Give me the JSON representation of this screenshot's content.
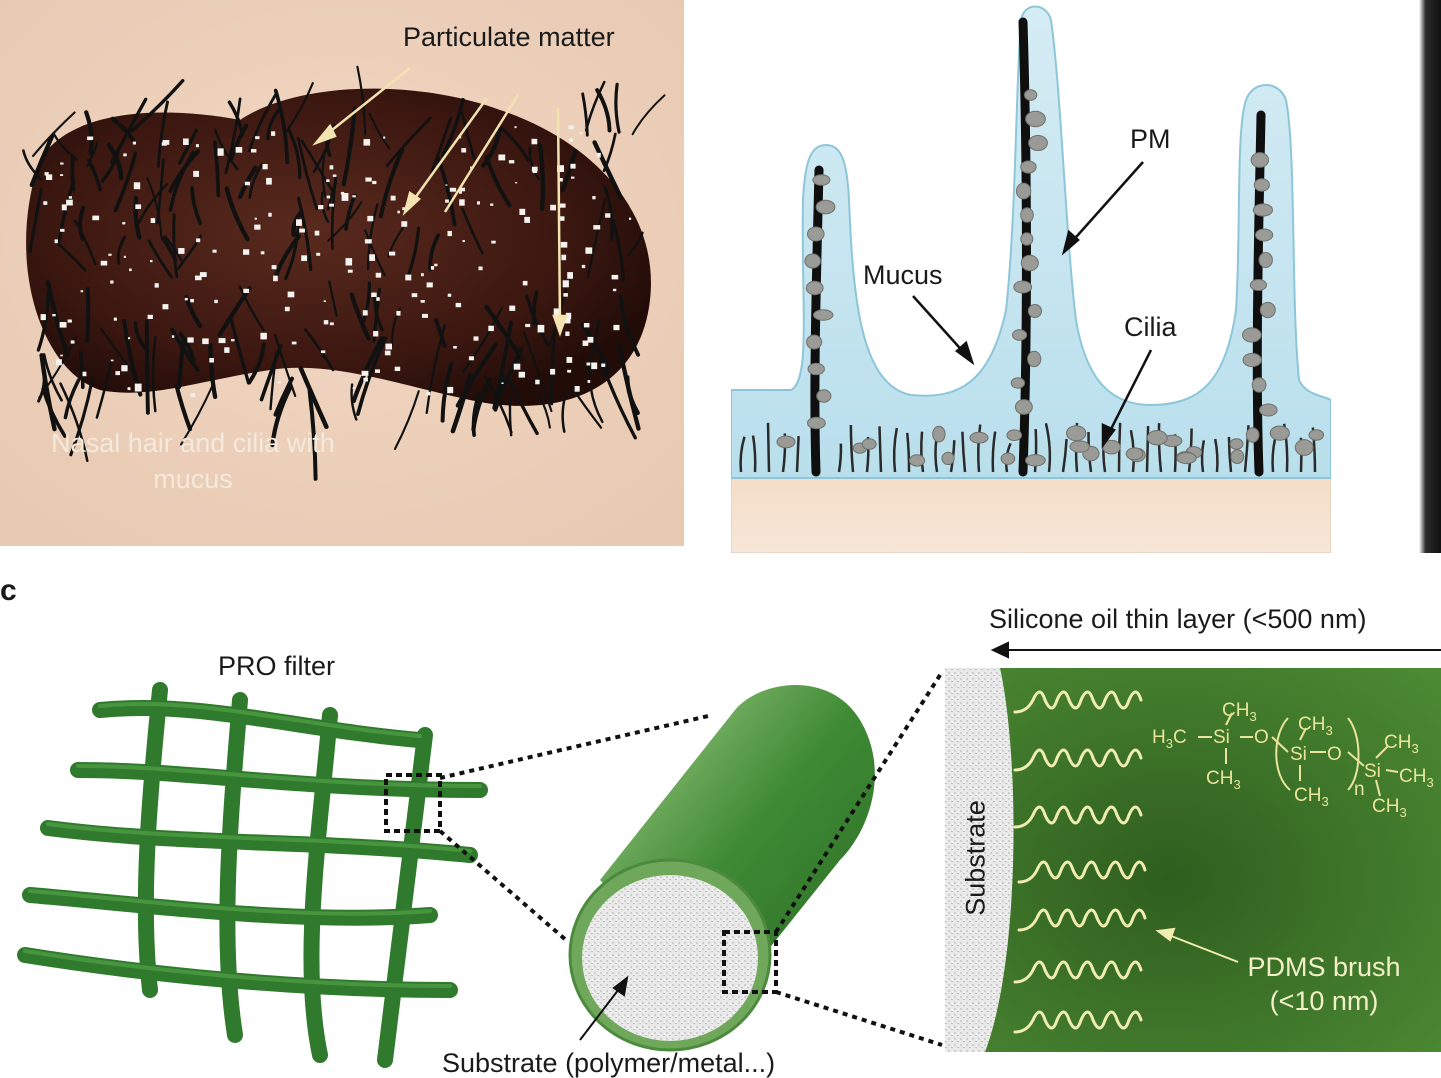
{
  "panel_a": {
    "label_particulate": "Particulate matter",
    "label_nasal_line1": "Nasal hair and cilia with",
    "label_nasal_line2": "mucus"
  },
  "panel_b": {
    "label_pm": "PM",
    "label_mucus": "Mucus",
    "label_cilia": "Cilia"
  },
  "panel_c": {
    "panel_letter": "c",
    "label_pro_filter": "PRO filter",
    "label_silicone_oil": "Silicone oil thin layer (<500 nm)",
    "label_substrate_vertical": "Substrate",
    "label_pdms_line1": "PDMS brush",
    "label_pdms_line2": "(<10 nm)",
    "label_substrate_bottom": "Substrate (polymer/metal...)",
    "chem": {
      "h3c": "H",
      "h3c_sub": "3",
      "h3c_c": "C",
      "si": "Si",
      "o": "O",
      "ch3": "CH",
      "sub3": "3",
      "n": "n"
    }
  },
  "colors": {
    "skin": "#efd3bd",
    "nostril": "#3a1a12",
    "mucus": "#bfe1ee",
    "filter_green": "#2f7a2c",
    "brush_panel_green": "#3d7a2a",
    "chem_yellow": "#e9e59a"
  }
}
